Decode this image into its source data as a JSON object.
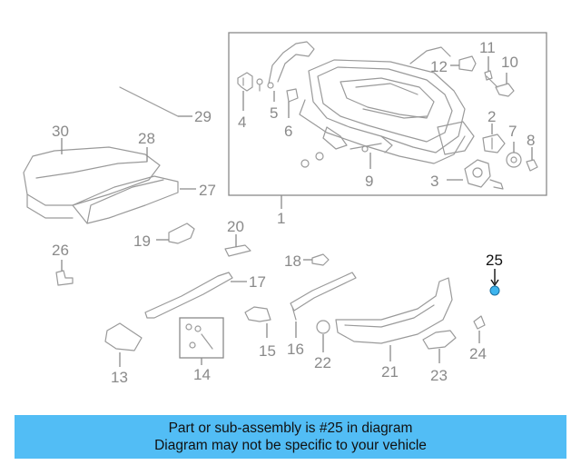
{
  "diagram": {
    "highlight_color": "#3db4ee",
    "callouts": {
      "c1": "1",
      "c2": "2",
      "c3": "3",
      "c4": "4",
      "c5": "5",
      "c6": "6",
      "c7": "7",
      "c8": "8",
      "c9": "9",
      "c10": "10",
      "c11": "11",
      "c12": "12",
      "c13": "13",
      "c14": "14",
      "c15": "15",
      "c16": "16",
      "c17": "17",
      "c18": "18",
      "c19": "19",
      "c20": "20",
      "c21": "21",
      "c22": "22",
      "c23": "23",
      "c24": "24",
      "c25": "25",
      "c26": "26",
      "c27": "27",
      "c28": "28",
      "c29": "29",
      "c30": "30"
    }
  },
  "banner": {
    "line1": "Part or sub-assembly is #25 in diagram",
    "line2": "Diagram may not be specific to your vehicle",
    "background": "#52bdf5"
  }
}
